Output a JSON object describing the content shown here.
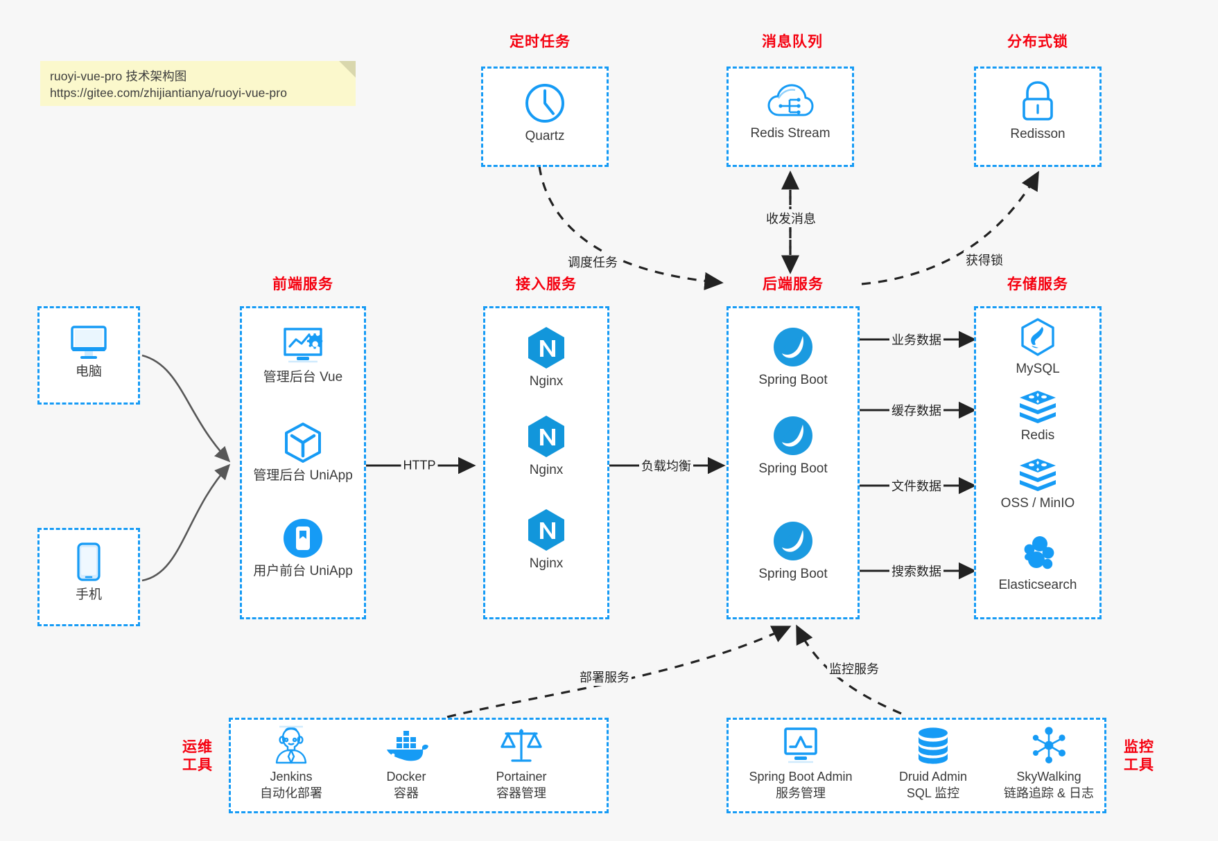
{
  "note": {
    "line1": "ruoyi-vue-pro 技术架构图",
    "line2": "https://gitee.com/zhijiantianya/ruoyi-vue-pro"
  },
  "colors": {
    "accent_blue": "#169bf5",
    "heading_red": "#f5000f",
    "background": "#f7f7f7",
    "note_yellow": "#fbf8cc",
    "text_dark": "#3a3a3a",
    "arrow_black": "#222222"
  },
  "groups": {
    "scheduled_tasks": "定时任务",
    "message_queue": "消息队列",
    "distributed_lock": "分布式锁",
    "frontend_services": "前端服务",
    "gateway_services": "接入服务",
    "backend_services": "后端服务",
    "storage_services": "存储服务",
    "devops_tools": "运维\n工具",
    "devops_tools_l1": "运维",
    "devops_tools_l2": "工具",
    "monitor_tools_l1": "监控",
    "monitor_tools_l2": "工具"
  },
  "nodes": {
    "quartz": {
      "label": "Quartz",
      "icon": "clock-icon"
    },
    "redis_stream": {
      "label": "Redis Stream",
      "icon": "cloud-network-icon"
    },
    "redisson": {
      "label": "Redisson",
      "icon": "lock-icon"
    },
    "computer": {
      "label": "电脑",
      "icon": "desktop-monitor-icon"
    },
    "phone": {
      "label": "手机",
      "icon": "mobile-phone-icon"
    },
    "admin_vue": {
      "label": "管理后台 Vue",
      "icon": "dashboard-gear-icon"
    },
    "admin_uniapp": {
      "label": "管理后台 UniApp",
      "icon": "hexagon-cube-icon"
    },
    "user_uniapp": {
      "label": "用户前台 UniApp",
      "icon": "mobile-app-icon"
    },
    "nginx_1": {
      "label": "Nginx",
      "icon": "nginx-icon"
    },
    "nginx_2": {
      "label": "Nginx",
      "icon": "nginx-icon"
    },
    "nginx_3": {
      "label": "Nginx",
      "icon": "nginx-icon"
    },
    "springboot_1": {
      "label": "Spring Boot",
      "icon": "spring-boot-icon"
    },
    "springboot_2": {
      "label": "Spring Boot",
      "icon": "spring-boot-icon"
    },
    "springboot_3": {
      "label": "Spring Boot",
      "icon": "spring-boot-icon"
    },
    "mysql": {
      "label": "MySQL",
      "icon": "mysql-icon"
    },
    "redis": {
      "label": "Redis",
      "icon": "redis-icon"
    },
    "oss_minio": {
      "label": "OSS / MinIO",
      "icon": "object-storage-icon"
    },
    "elasticsearch": {
      "label": "Elasticsearch",
      "icon": "elasticsearch-icon"
    },
    "jenkins": {
      "label": "Jenkins",
      "sub": "自动化部署",
      "icon": "jenkins-icon"
    },
    "docker": {
      "label": "Docker",
      "sub": "容器",
      "icon": "docker-whale-icon"
    },
    "portainer": {
      "label": "Portainer",
      "sub": "容器管理",
      "icon": "scales-icon"
    },
    "spring_boot_admin": {
      "label": "Spring Boot Admin",
      "sub": "服务管理",
      "icon": "monitor-chart-icon"
    },
    "druid_admin": {
      "label": "Druid Admin",
      "sub": "SQL 监控",
      "icon": "database-icon"
    },
    "skywalking": {
      "label": "SkyWalking",
      "sub": "链路追踪 & 日志",
      "icon": "network-star-icon"
    }
  },
  "edges": {
    "http": "HTTP",
    "load_balance": "负载均衡",
    "schedule_task": "调度任务",
    "send_receive_message": "收发消息",
    "acquire_lock": "获得锁",
    "business_data": "业务数据",
    "cache_data": "缓存数据",
    "file_data": "文件数据",
    "search_data": "搜索数据",
    "deploy_service": "部署服务",
    "monitor_service": "监控服务"
  }
}
